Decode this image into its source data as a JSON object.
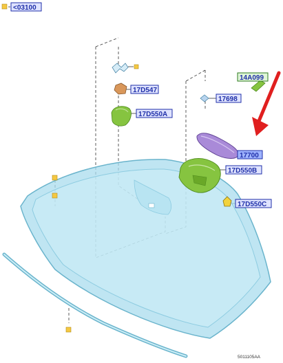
{
  "header_ref": "<03100",
  "parts": [
    {
      "id": "17D547"
    },
    {
      "id": "17D550A"
    },
    {
      "id": "17698"
    },
    {
      "id": "14A099"
    },
    {
      "id": "17700"
    },
    {
      "id": "17D550B"
    },
    {
      "id": "17D550C"
    }
  ],
  "footer": {
    "ref": "5011105AA"
  },
  "colors": {
    "label_text": "#1f2fa8",
    "label_border": "#1f2fa8",
    "label_fill": "#dfe3ff",
    "label_fill_green": "#dff5d8",
    "marker": "#f5c842",
    "glass": "#a9dced",
    "glass_edge": "#6ab4cc",
    "green_part": "#86c440",
    "purple_part": "#a98ad8",
    "arrow": "#e01f1f"
  }
}
